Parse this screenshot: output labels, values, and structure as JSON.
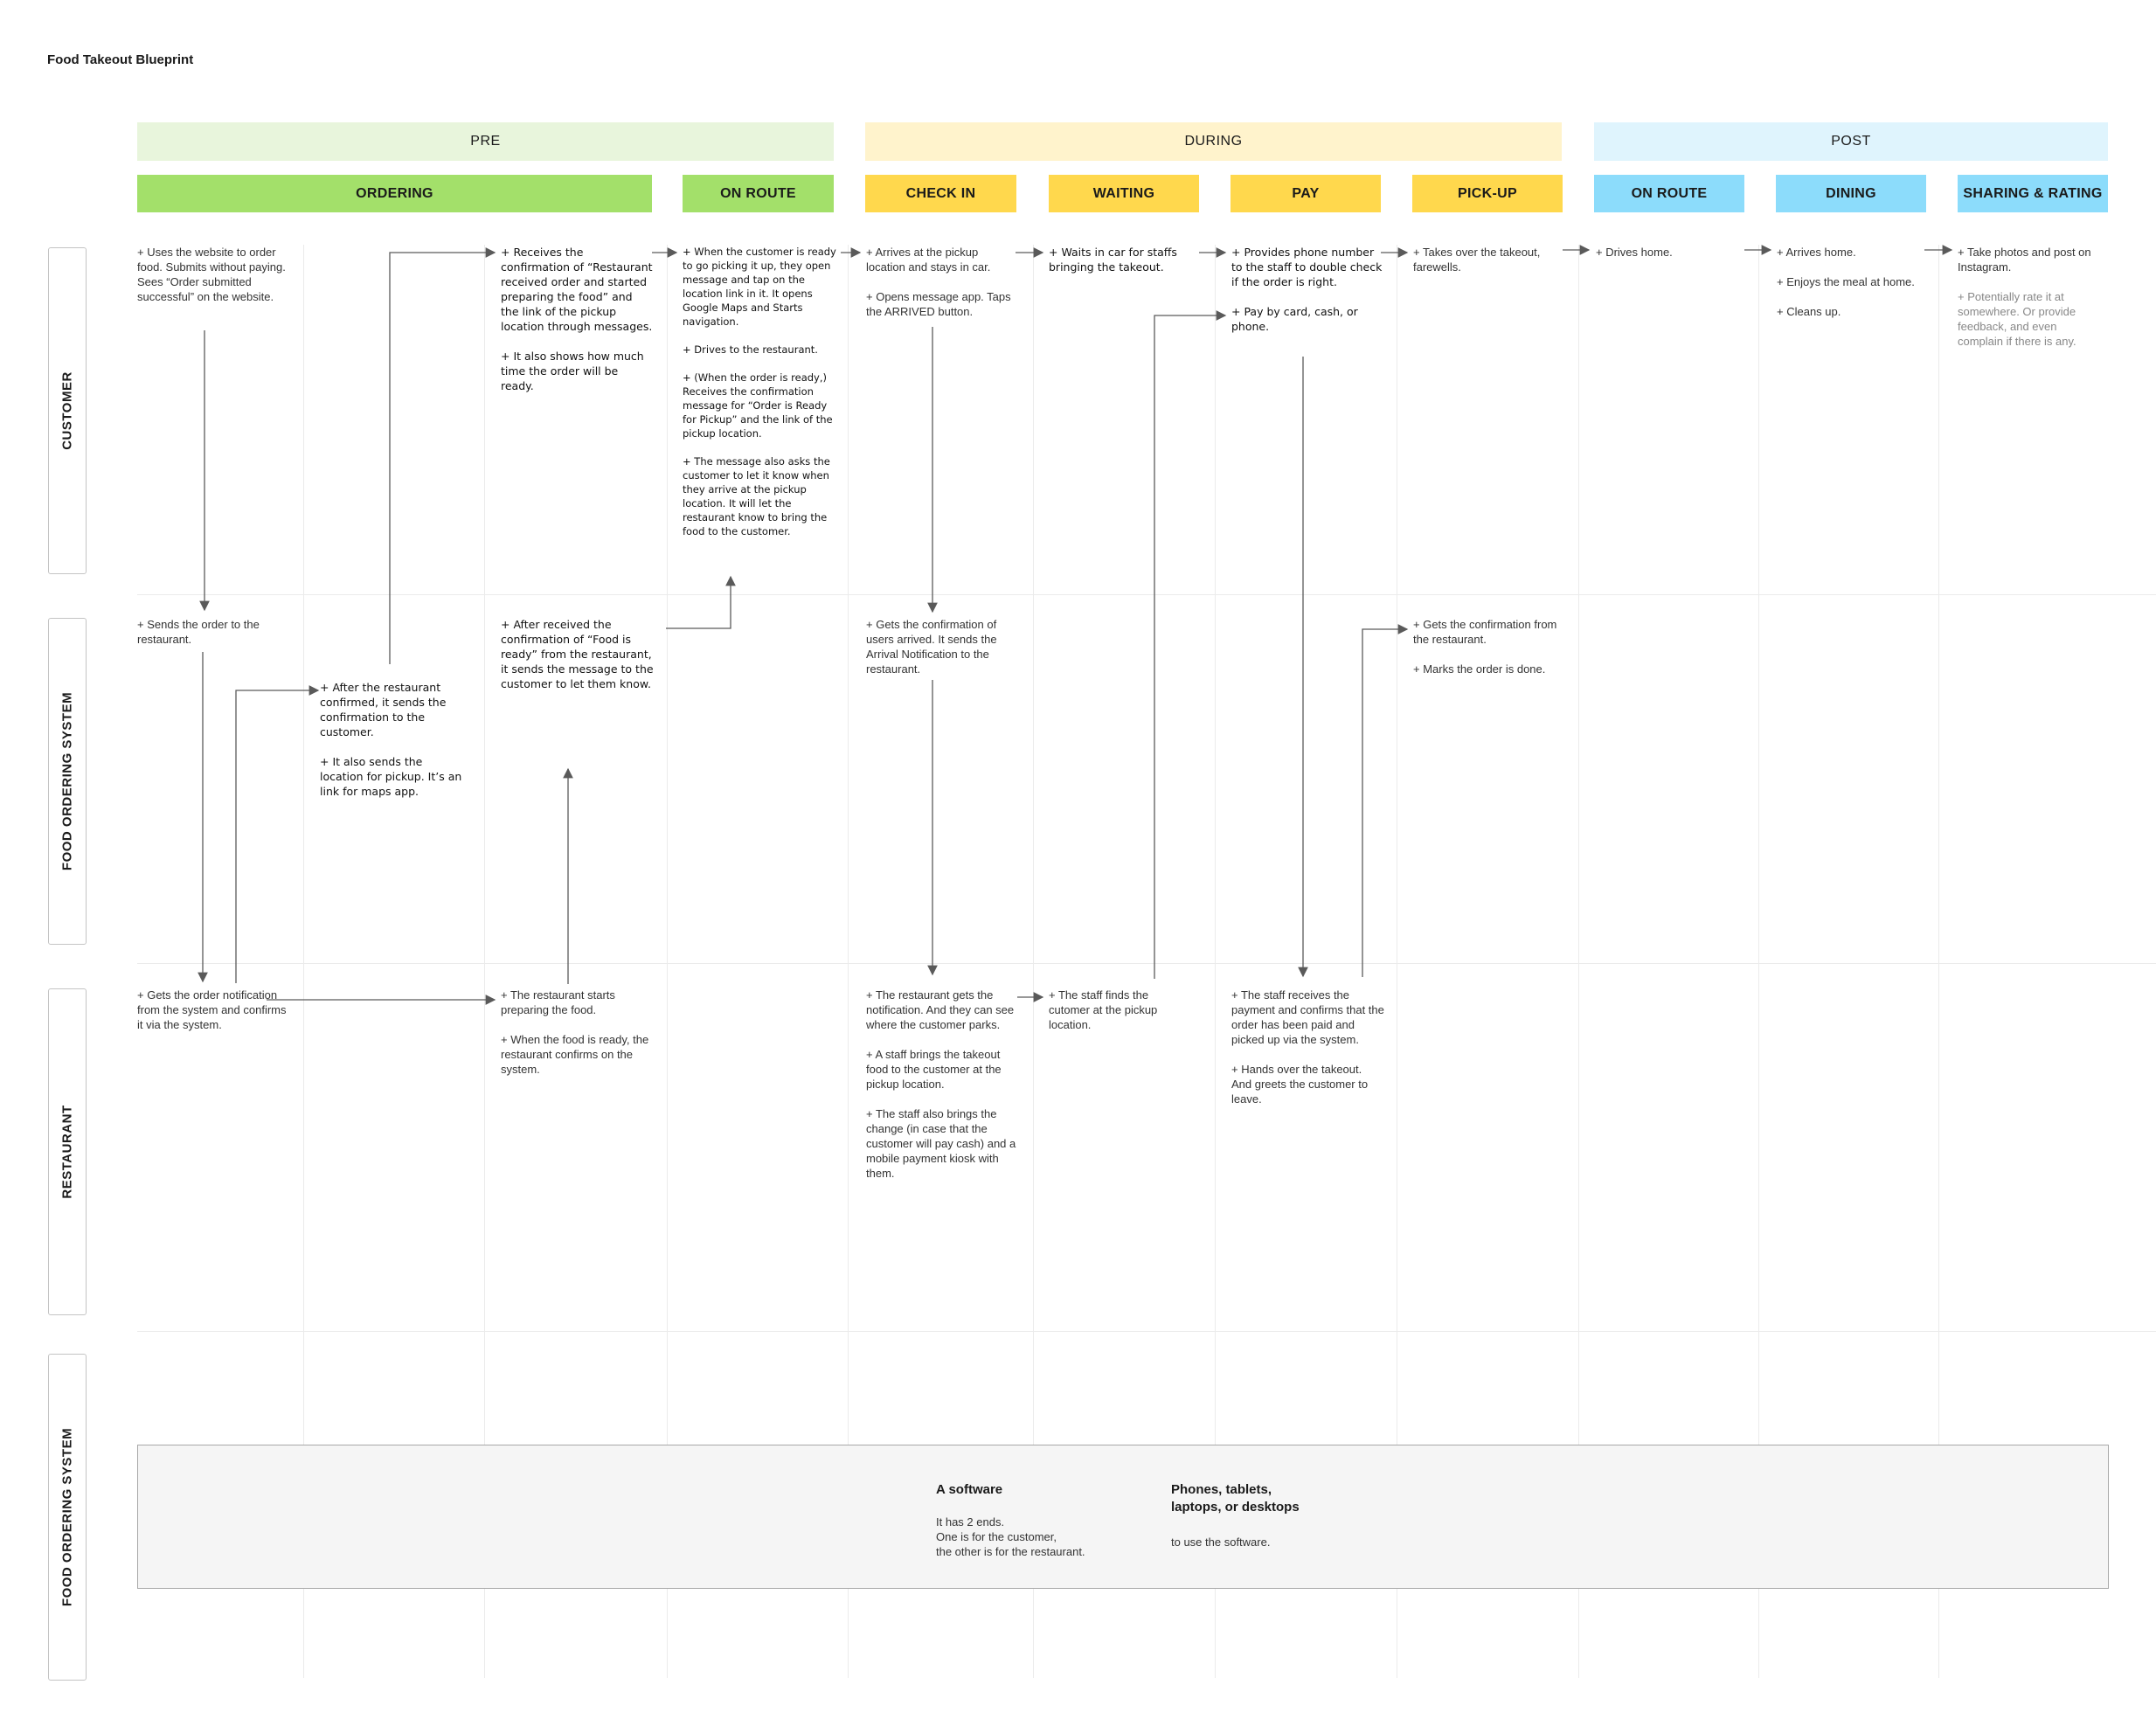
{
  "title": "Food Takeout Blueprint",
  "phases": {
    "pre": "PRE",
    "during": "DURING",
    "post": "POST"
  },
  "stages": {
    "ordering": "ORDERING",
    "on_route_pre": "ON ROUTE",
    "check_in": "CHECK IN",
    "waiting": "WAITING",
    "pay": "PAY",
    "pick_up": "PICK-UP",
    "on_route_post": "ON ROUTE",
    "dining": "DINING",
    "sharing_rating": "SHARING & RATING"
  },
  "lanes": {
    "customer": "CUSTOMER",
    "food_ordering_system": "FOOD ORDERING SYSTEM",
    "restaurant": "RESTAURANT",
    "infrastructure": "FOOD ORDERING SYSTEM"
  },
  "customer": {
    "uses_website": "+ Uses the website to order food. Submits without paying. Sees “Order submitted successful” on the website.",
    "receives_confirmation": "+ Receives the confirmation of “Restaurant received order and started preparing the food” and the link of the pickup location through messages.\n\n+ It also shows how much time the order will be ready.",
    "on_route": "+ When the customer is ready to go picking it up, they open message and tap on the location link in it. It opens Google Maps and Starts navigation.\n\n+ Drives to the restaurant.\n\n+ (When the order is ready,) Receives the confirmation message for “Order is Ready for Pickup” and the link of the pickup location.\n\n+ The message also asks the customer to let it know when they arrive at the pickup location. It will let the restaurant know to bring the food to the customer.",
    "check_in": "+ Arrives at the pickup location and stays in car.\n\n+ Opens message app. Taps the ARRIVED button.",
    "waiting": "+ Waits in car for staffs bringing the takeout.",
    "pay": "+ Provides phone number to the staff to double check if the order is right.\n\n+ Pay by card, cash, or phone.",
    "pick_up": "+ Takes over the takeout, farewells.",
    "drives_home": "+ Drives home.",
    "dining": "+ Arrives home.\n\n+ Enjoys the meal at home.\n\n+ Cleans up.",
    "sharing": "+ Take photos and post on Instagram.",
    "rating": "+ Potentially rate it at somewhere. Or provide feedback, and even complain if there is any."
  },
  "system": {
    "sends_order": "+ Sends the order to the restaurant.",
    "after_confirmed": "+ After the restaurant confirmed, it sends the confirmation to the customer.\n\n+ It also sends the location for pickup. It’s an link for maps app.",
    "food_ready": "+ After received the confirmation of “Food is ready” from the restaurant, it sends the message to the customer to let them know.",
    "users_arrived": "+ Gets the confirmation of users arrived. It sends the Arrival Notification to the restaurant.",
    "pick_up": "+ Gets the confirmation from the restaurant.\n\n+ Marks the order is done."
  },
  "restaurant": {
    "order_notification": "+ Gets the order notification from the system and confirms it via the system.",
    "preparing": "+ The restaurant starts preparing the food.\n\n+ When the food is ready, the restaurant confirms on the system.",
    "check_in": "+ The restaurant gets the notification. And they can see where the customer parks.\n\n+ A staff brings the takeout food to the customer at the pickup location.\n\n+ The staff also brings the change (in case that the customer will pay cash) and a mobile payment kiosk with them.",
    "waiting": "+ The staff finds the cutomer at the pickup location.",
    "pay": "+ The staff receives the payment and confirms that the order has been paid and picked up via the system.\n\n+ Hands over the takeout. And greets the customer to leave."
  },
  "infrastructure": {
    "software_title": "A software",
    "software_text": "It has 2 ends.\nOne is for the customer,\nthe other is for the restaurant.",
    "devices_title": "Phones, tablets,\nlaptops, or desktops",
    "devices_text": "to use the software."
  },
  "colors": {
    "pre_phase": "#e8f5dc",
    "pre_stage": "#a3e06a",
    "during_phase": "#fff3cc",
    "during_stage": "#ffd84d",
    "post_phase": "#dff4fd",
    "post_stage": "#8cdcfb",
    "arrow": "#5a5a5a"
  }
}
